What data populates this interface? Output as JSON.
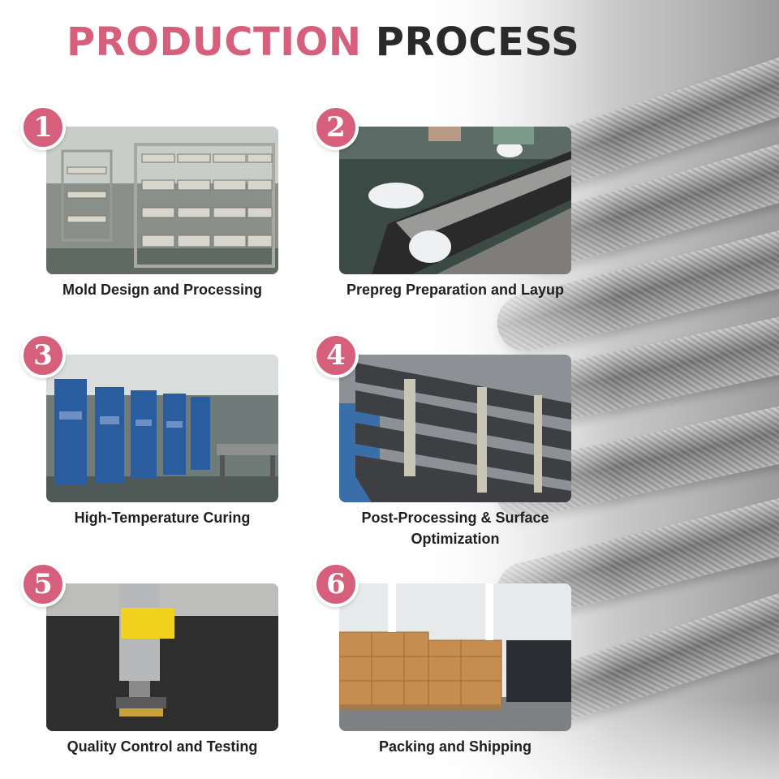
{
  "title": {
    "part1": "PRODUCTION",
    "part2": "PROCESS"
  },
  "steps": [
    {
      "number": "1",
      "caption": "Mold Design and Processing",
      "photo_icon": "mold-shelves-photo"
    },
    {
      "number": "2",
      "caption": "Prepreg Preparation and Layup",
      "photo_icon": "prepreg-layup-photo"
    },
    {
      "number": "3",
      "caption": "High-Temperature Curing",
      "photo_icon": "curing-press-photo"
    },
    {
      "number": "4",
      "caption": "Post-Processing & Surface Optimization",
      "photo_icon": "carbon-blades-photo"
    },
    {
      "number": "5",
      "caption": "Quality Control and Testing",
      "photo_icon": "testing-machine-photo"
    },
    {
      "number": "6",
      "caption": "Packing and Shipping",
      "photo_icon": "warehouse-boxes-photo"
    }
  ],
  "colors": {
    "accent": "#d6607b",
    "title_dark": "#2a2a2a",
    "caption": "#1f1f1f"
  }
}
